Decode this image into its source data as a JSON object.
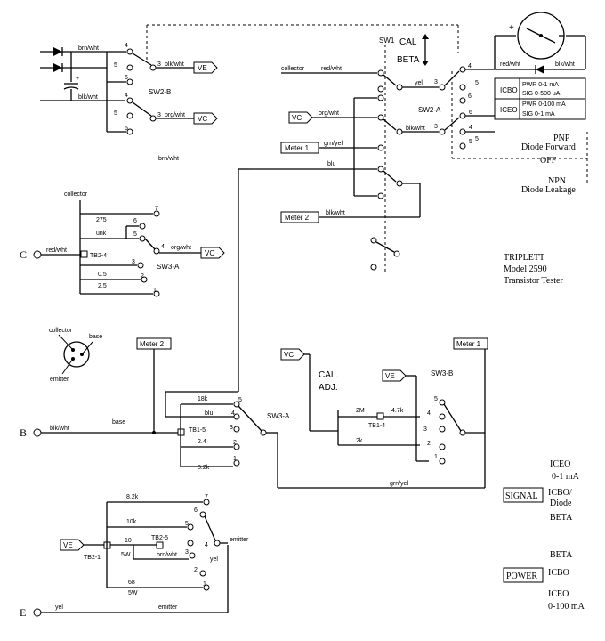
{
  "title": {
    "line1": "TRIPLETT",
    "line2": "Model 2590",
    "line3": "Transistor Tester"
  },
  "terminals": {
    "c": "C",
    "b": "B",
    "e": "E"
  },
  "boxes": {
    "ve": "VE",
    "vc": "VC",
    "meter1": "Meter 1",
    "meter2": "Meter 2"
  },
  "switches": {
    "sw1": "SW1",
    "sw2b": "SW2-B",
    "sw2a": "SW2-A",
    "sw3a": "SW3-A",
    "sw3b": "SW3-B"
  },
  "sw1_labels": {
    "cal": "CAL",
    "beta": "BETA"
  },
  "terminal_blocks": {
    "tb24": "TB2-4",
    "tb15": "TB1-5",
    "tb14": "TB1-4",
    "tb21": "TB2-1",
    "tb25": "TB2-5"
  },
  "wires": {
    "brn_wht": "brn/wht",
    "blk_wht": "blk/wht",
    "org_wht": "org/wht",
    "red_wht": "red/wht",
    "yel": "yel",
    "grn_yel": "grn/yel",
    "blu": "blu",
    "collector": "collector",
    "base": "base",
    "emitter": "emitter"
  },
  "resistors": {
    "r275": "275",
    "unk": "unk",
    "r05": "0.5",
    "r25": "2.5",
    "r18k": "18k",
    "r24": "2.4",
    "r82k": "8.2k",
    "r2m": "2M",
    "r47k": "4.7k",
    "r2k": "2k",
    "r82k_e": "8.2k",
    "r10k": "10k",
    "r10": "10",
    "r5w": "5W",
    "r68": "68",
    "r5w2": "5W"
  },
  "cal_adj": {
    "line1": "CAL.",
    "line2": "ADJ."
  },
  "range_table": [
    {
      "left": "ICBO",
      "top": "PWR 0-1 mA",
      "bottom": "SIG 0-500 uA"
    },
    {
      "left": "ICEO",
      "top": "PWR 0-100 mA",
      "bottom": "SIG 0-1 mA"
    }
  ],
  "mode_labels": {
    "pnp": "PNP",
    "diode_fwd": "Diode Forward",
    "off": "OFF",
    "npn": "NPN",
    "diode_leak": "Diode Leakage"
  },
  "signal_section": {
    "label": "SIGNAL",
    "iceo": "ICEO",
    "iceo_range": "0-1 mA",
    "icbo": "ICBO/",
    "diode": "Diode",
    "beta": "BETA"
  },
  "power_section": {
    "label": "POWER",
    "beta": "BETA",
    "icbo": "ICBO",
    "iceo": "ICEO",
    "iceo_range": "0-100 mA"
  },
  "transistor_pins": {
    "collector": "collector",
    "base": "base",
    "emitter": "emitter"
  }
}
